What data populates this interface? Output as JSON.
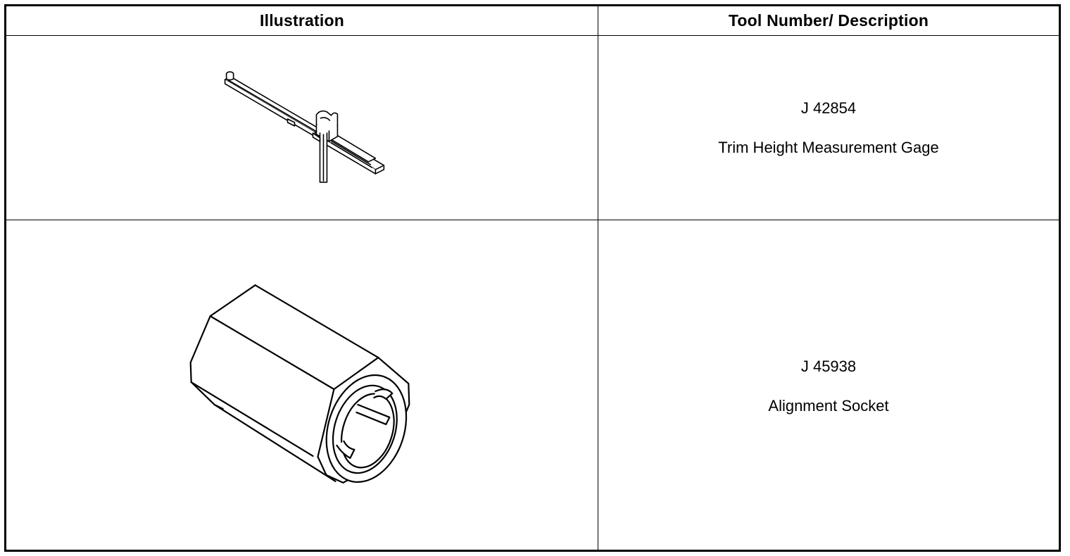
{
  "header": {
    "illustration_label": "Illustration",
    "tool_label": "Tool Number/ Description"
  },
  "rows": [
    {
      "tool_number": "J 42854",
      "description": "Trim Height Measurement Gage",
      "illustration_icon": "trim-height-gage-icon"
    },
    {
      "tool_number": "J 45938",
      "description": "Alignment Socket",
      "illustration_icon": "alignment-socket-icon"
    }
  ]
}
